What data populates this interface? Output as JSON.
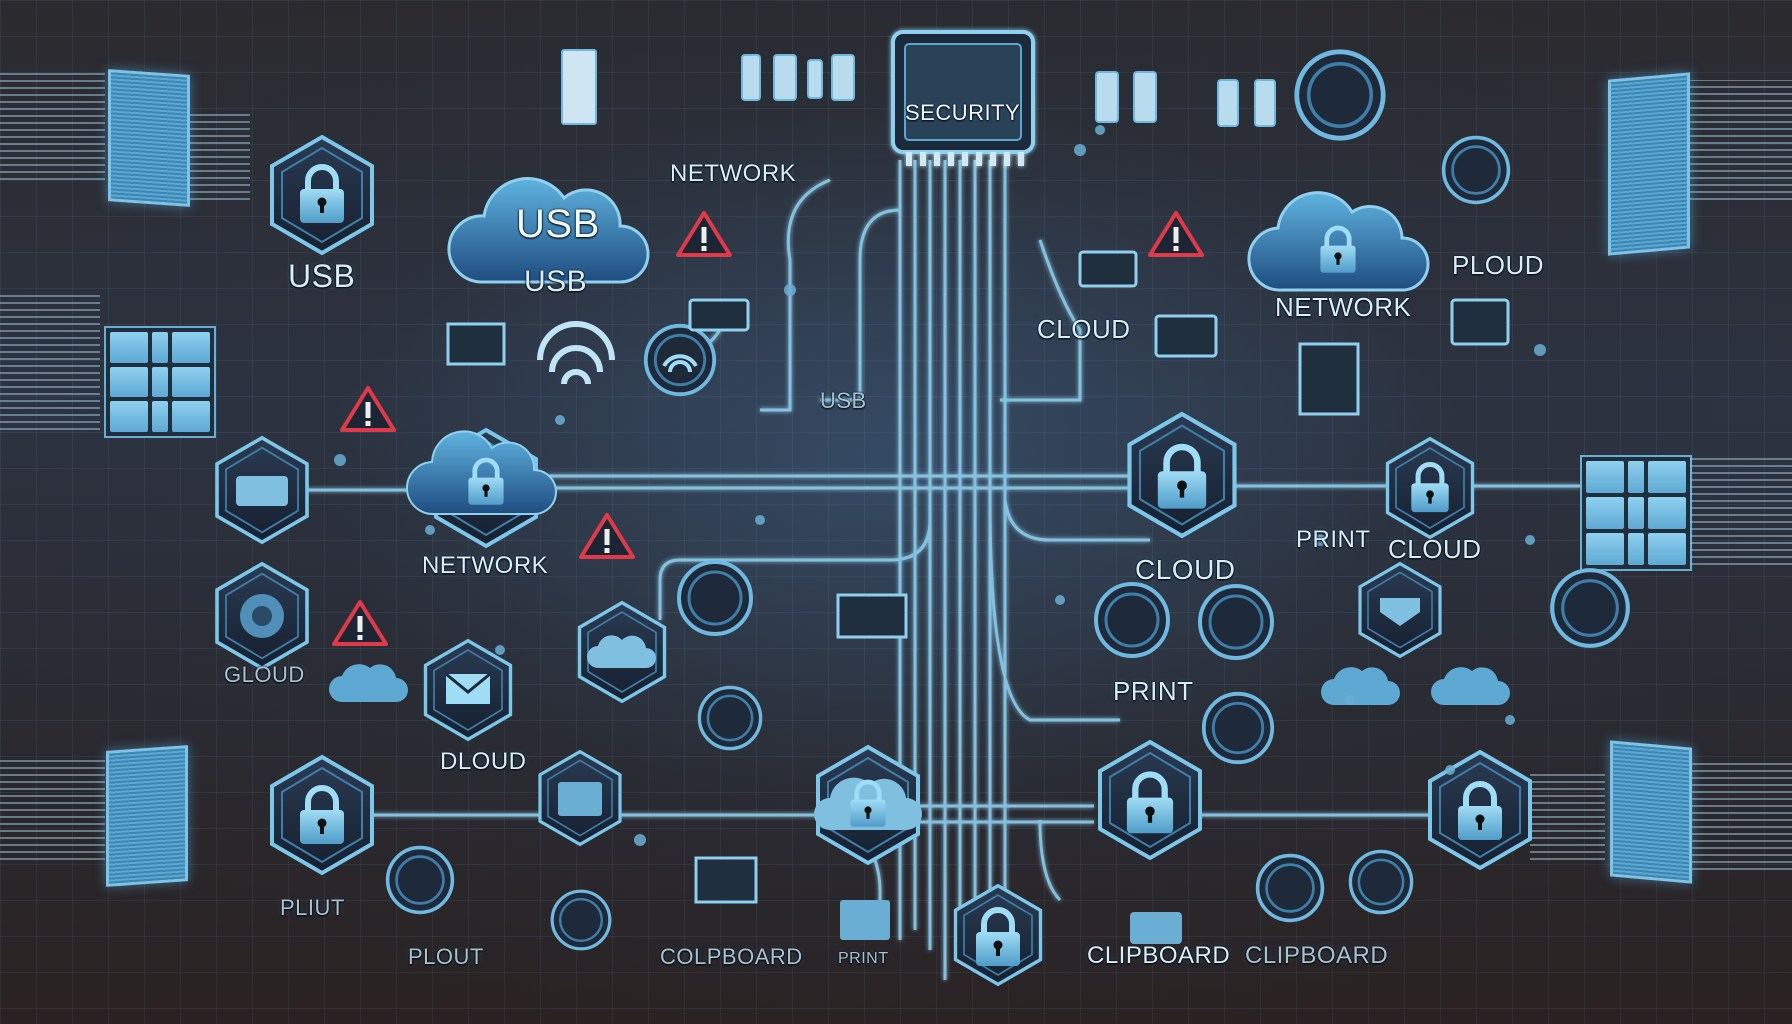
{
  "diagram": {
    "title": "SECURITY",
    "theme": {
      "background": "#2a2628",
      "grid_line": "#7aa0c8",
      "accent_blue": "#5aa7d2",
      "accent_light": "#8fd0ef",
      "node_fill": "#1e2a3a",
      "warning_red": "#e0394a",
      "label_text": "#d8eef8"
    },
    "central_chip": {
      "label": "SECURITY"
    },
    "text_labels": [
      {
        "id": "usb-left",
        "text": "USB"
      },
      {
        "id": "usb-cloud",
        "text": "USB"
      },
      {
        "id": "usb-cloud-caption",
        "text": "USB"
      },
      {
        "id": "network-top",
        "text": "NETWORK"
      },
      {
        "id": "usb-small",
        "text": "USB"
      },
      {
        "id": "cloud-right-top",
        "text": "CLOUD"
      },
      {
        "id": "network-right",
        "text": "NETWORK"
      },
      {
        "id": "ploud",
        "text": "PLOUD"
      },
      {
        "id": "network-mid",
        "text": "NETWORK"
      },
      {
        "id": "cloud-mid-right",
        "text": "CLOUD"
      },
      {
        "id": "print-mid",
        "text": "PRINT"
      },
      {
        "id": "cloud-far-right",
        "text": "CLOUD"
      },
      {
        "id": "gloud",
        "text": "GLOUD"
      },
      {
        "id": "dloud",
        "text": "DLOUD"
      },
      {
        "id": "print-lower",
        "text": "PRINT"
      },
      {
        "id": "pliut",
        "text": "PLIUT"
      },
      {
        "id": "plout",
        "text": "PLOUT"
      },
      {
        "id": "colpboard",
        "text": "COLPBOARD"
      },
      {
        "id": "print-bottom",
        "text": "PRINT"
      },
      {
        "id": "clipboard-1",
        "text": "CLIPBOARD"
      },
      {
        "id": "clipboard-2",
        "text": "CLIPBOARD"
      }
    ],
    "nodes": [
      {
        "id": "hex-lock-usb",
        "shape": "hexagon",
        "icon": "lock-icon"
      },
      {
        "id": "cloud-usb",
        "shape": "cloud",
        "icon": "usb-text"
      },
      {
        "id": "cloud-lock-network",
        "shape": "cloud",
        "icon": "lock-icon"
      },
      {
        "id": "hex-cloud-lock-network",
        "shape": "hexagon",
        "icon": "cloud-lock-icon"
      },
      {
        "id": "hex-lock-cloud",
        "shape": "hexagon",
        "icon": "lock-icon"
      },
      {
        "id": "hex-lock-cloud-right",
        "shape": "hexagon",
        "icon": "lock-icon"
      },
      {
        "id": "hex-monitor-left",
        "shape": "hexagon",
        "icon": "monitor-icon"
      },
      {
        "id": "hex-gloud",
        "shape": "hexagon",
        "icon": "eye-icon"
      },
      {
        "id": "hex-mail",
        "shape": "hexagon",
        "icon": "mail-icon"
      },
      {
        "id": "hex-cloud-print",
        "shape": "hexagon",
        "icon": "cloud-icon"
      },
      {
        "id": "hex-lock-bottom-left",
        "shape": "hexagon",
        "icon": "lock-icon"
      },
      {
        "id": "hex-device-bottom",
        "shape": "hexagon",
        "icon": "device-icon"
      },
      {
        "id": "hex-lock-center-bottom",
        "shape": "hexagon",
        "icon": "cloud-lock-icon"
      },
      {
        "id": "hex-lock-bottom-mid",
        "shape": "hexagon",
        "icon": "lock-icon"
      },
      {
        "id": "hex-lock-bottom-center",
        "shape": "hexagon",
        "icon": "lock-icon"
      },
      {
        "id": "hex-lock-bottom-right",
        "shape": "hexagon",
        "icon": "lock-icon"
      },
      {
        "id": "hex-shield-right",
        "shape": "hexagon",
        "icon": "shield-icon"
      }
    ],
    "warnings": [
      {
        "id": "warn-1",
        "icon": "warning-triangle-icon"
      },
      {
        "id": "warn-2",
        "icon": "warning-triangle-icon"
      },
      {
        "id": "warn-3",
        "icon": "warning-triangle-icon"
      },
      {
        "id": "warn-4",
        "icon": "warning-triangle-icon"
      },
      {
        "id": "warn-5",
        "icon": "warning-triangle-icon"
      }
    ]
  }
}
